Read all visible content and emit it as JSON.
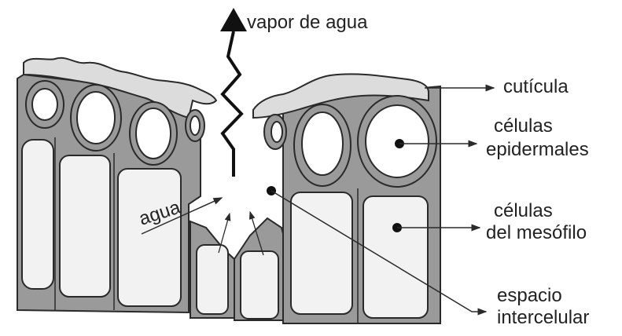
{
  "labels": {
    "vapor": "vapor de agua",
    "cuticula": "cutícula",
    "epidermales_l1": "células",
    "epidermales_l2": "epidermales",
    "mesofilo_l1": "células",
    "mesofilo_l2": "del mesófilo",
    "espacio_l1": "espacio",
    "espacio_l2": "intercelular",
    "agua": "agua"
  },
  "colors": {
    "outline": "#2a2a2a",
    "cuticle_fill": "#dcdcdc",
    "cell_wall_fill": "#9a9a9a",
    "cell_interior": "#f2f2f2",
    "epidermal_lumen": "#ffffff"
  }
}
